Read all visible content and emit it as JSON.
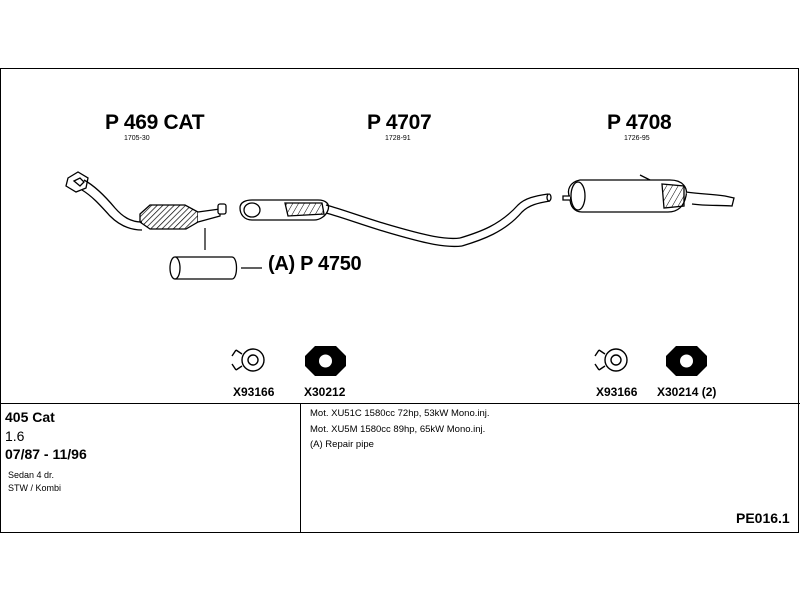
{
  "parts": {
    "cat": {
      "number": "P 469 CAT",
      "sub": "1705-30"
    },
    "middle": {
      "number": "P 4707",
      "sub": "1728-91"
    },
    "rear": {
      "number": "P 4708",
      "sub": "1726-95"
    },
    "repair": {
      "number": "(A) P 4750"
    }
  },
  "accessories": {
    "clamp1": "X93166",
    "gasket1": "X30212",
    "clamp2": "X93166",
    "gasket2": "X30214 (2)"
  },
  "vehicle": {
    "model": "405 Cat",
    "engine_size": "1.6",
    "years": "07/87 - 11/96",
    "body1": "Sedan 4 dr.",
    "body2": "STW / Kombi"
  },
  "notes": {
    "line1": "Mot. XU51C 1580cc 72hp, 53kW Mono.inj.",
    "line2": "Mot. XU5M 1580cc 89hp, 65kW Mono.inj.",
    "line3": "(A) Repair pipe"
  },
  "reference": "PE016.1"
}
